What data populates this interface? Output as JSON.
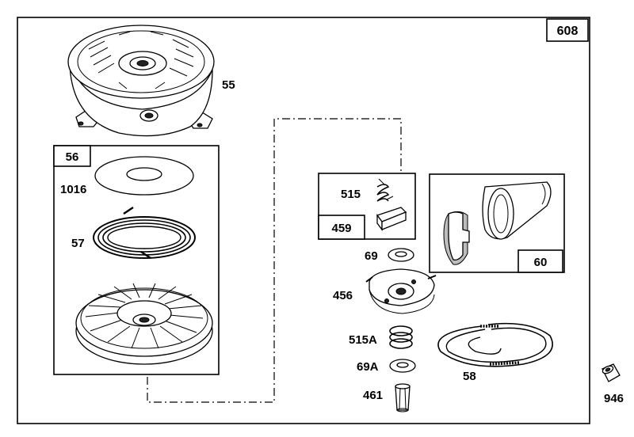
{
  "diagram": {
    "frame_label": "608",
    "parts": {
      "starter_housing": "55",
      "pulley_kit": "56",
      "seal_washer": "1016",
      "rewind_spring": "57",
      "pawl_kit": "459",
      "pawl_spring": "515",
      "washer_top": "69",
      "retainer": "456",
      "retainer_spring": "515A",
      "washer_bottom": "69A",
      "pin": "461",
      "rope": "58",
      "handle_kit": "60",
      "insert": "946"
    }
  }
}
